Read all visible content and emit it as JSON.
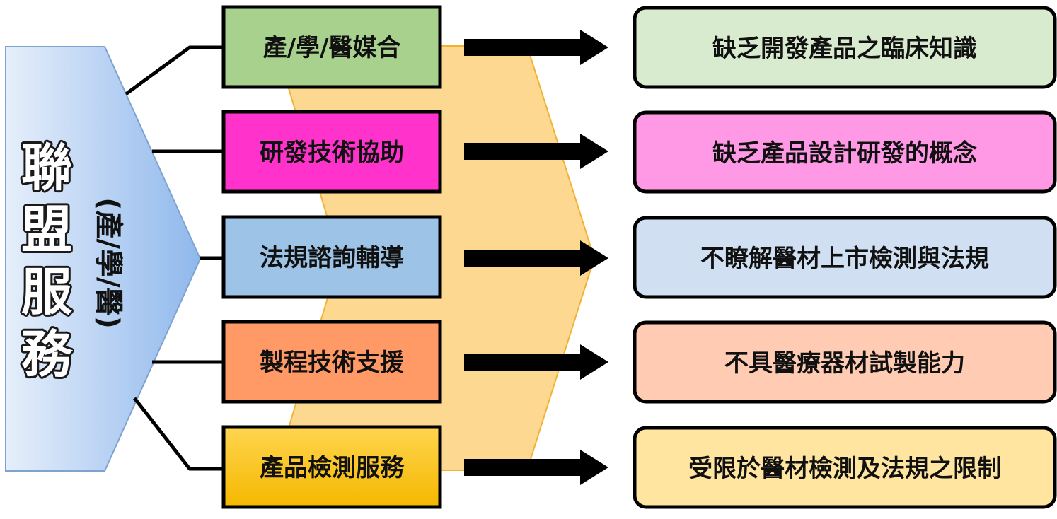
{
  "main": {
    "title_chars": [
      "聯",
      "盟",
      "服",
      "務"
    ],
    "subtitle_chars": [
      "(",
      "產",
      "/",
      "學",
      "/",
      "醫",
      ")"
    ]
  },
  "services": [
    {
      "label": "產/學/醫媒合",
      "color": "#a9d18e"
    },
    {
      "label": "研發技術協助",
      "color": "#ff33cc"
    },
    {
      "label": "法規諮詢輔導",
      "color": "#9dc3e6"
    },
    {
      "label": "製程技術支援",
      "color": "#ff9966"
    },
    {
      "label": "產品檢測服務",
      "color": "#ffc000"
    }
  ],
  "problems": [
    {
      "label": "缺乏開發產品之臨床知識",
      "color": "#d9ebcf"
    },
    {
      "label": "缺乏產品設計研發的概念",
      "color": "#ff99e6"
    },
    {
      "label": "不瞭解醫材上市檢測與法規",
      "color": "#d0e0f2"
    },
    {
      "label": "不具醫療器材試製能力",
      "color": "#ffccb3"
    },
    {
      "label": "受限於醫材檢測及法規之限制",
      "color": "#ffe5a0"
    }
  ],
  "colors": {
    "chevron_fill": "#fdd891",
    "chevron_stroke": "#f2b233",
    "outline": "#000000",
    "left_pentagon_light": "#e4eefa",
    "left_pentagon_dark": "#8ab4ea"
  }
}
